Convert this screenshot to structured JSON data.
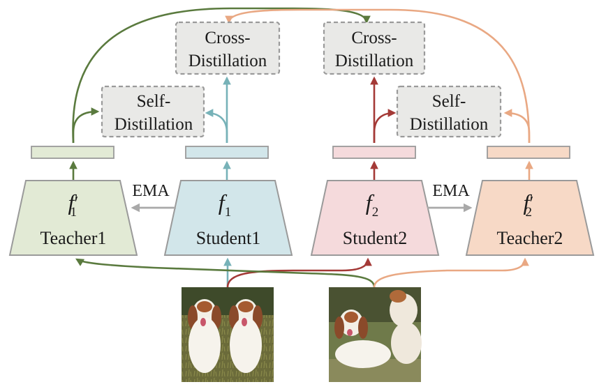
{
  "colors": {
    "green": "#5a7a3e",
    "teal": "#77b2b8",
    "red": "#a43a37",
    "orange": "#e9a883",
    "gray": "#a9a9a9",
    "teacher1_fill": "#e2ead5",
    "student1_fill": "#d2e6ea",
    "student2_fill": "#f5dadc",
    "teacher2_fill": "#f7d9c6",
    "distill_fill": "#e9e9e7"
  },
  "cross_distillation_left": {
    "line1": "Cross-",
    "line2": "Distillation"
  },
  "cross_distillation_right": {
    "line1": "Cross-",
    "line2": "Distillation"
  },
  "self_distillation_left": {
    "line1": "Self-",
    "line2": "Distillation"
  },
  "self_distillation_right": {
    "line1": "Self-",
    "line2": "Distillation"
  },
  "teacher1": {
    "fn": "f",
    "prime": "′",
    "sub": "1",
    "label": "Teacher1"
  },
  "student1": {
    "fn": "f",
    "sub": "1",
    "label": "Student1"
  },
  "student2": {
    "fn": "f",
    "sub": "2",
    "label": "Student2"
  },
  "teacher2": {
    "fn": "f",
    "prime": "′",
    "sub": "2",
    "label": "Teacher2"
  },
  "ema_left": "EMA",
  "ema_right": "EMA",
  "images": {
    "left": "dog-pair-photo",
    "right": "dog-lying-photo"
  }
}
